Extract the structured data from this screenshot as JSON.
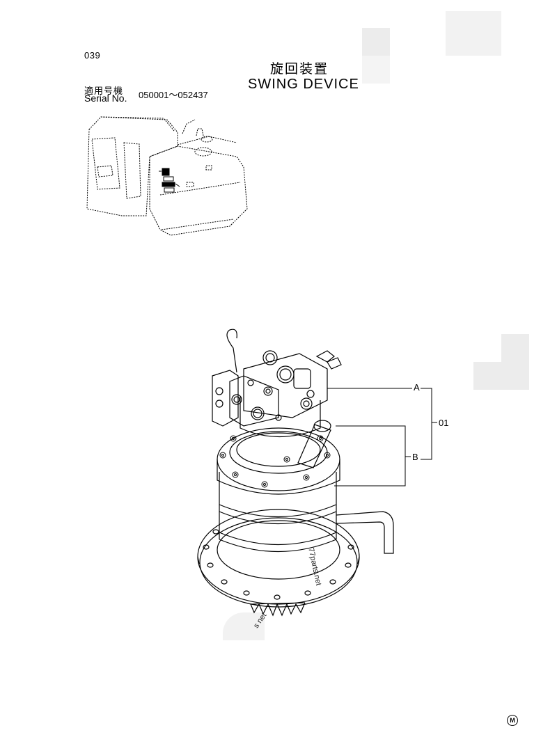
{
  "header": {
    "page_number": "039",
    "title_jp": "旋回装置",
    "title_en": "SWING DEVICE"
  },
  "serial": {
    "label_jp": "適用号機",
    "label_en": "Serial No.",
    "range": "050001～052437"
  },
  "callouts": {
    "a": "A",
    "b": "B",
    "item": "01"
  },
  "watermark": {
    "text_1": "77parts.net",
    "text_2": "s net"
  },
  "footer": {
    "mark": "M"
  }
}
